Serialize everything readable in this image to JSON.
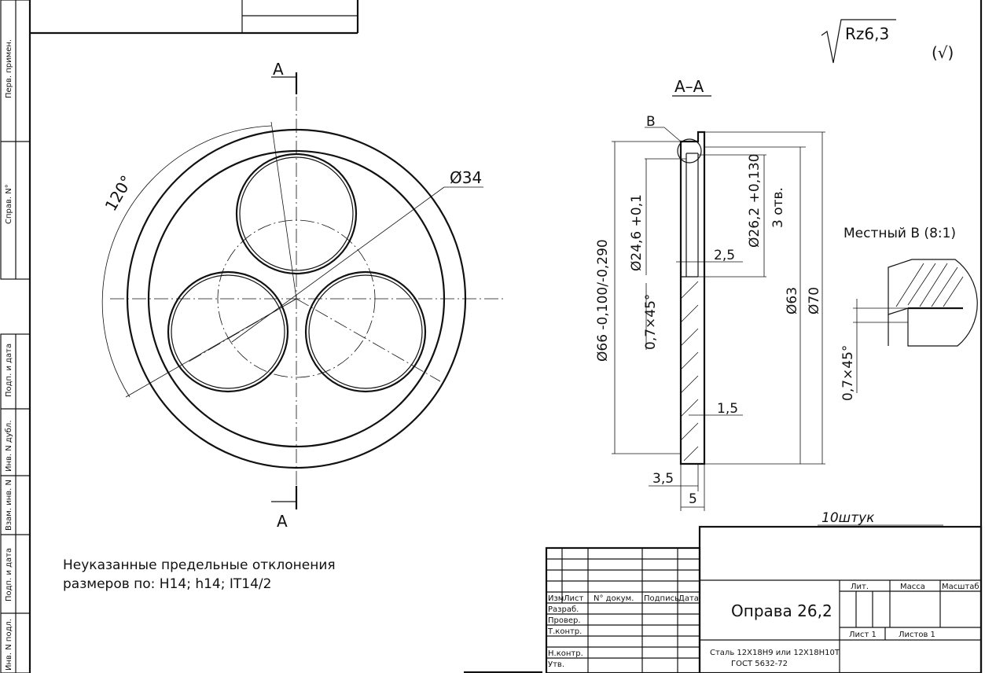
{
  "side_strip": [
    "Перв. примен.",
    "Справ. N°",
    "Подп. и дата",
    "Инв. N дубл.",
    "Взам. инв. N",
    "Подп. и дата",
    "Инв. N подл."
  ],
  "roughness": {
    "main": "Rz6,3",
    "other": "(√)"
  },
  "front_view": {
    "section_mark": "A",
    "angle": "120°",
    "diameter": "Ø34"
  },
  "section": {
    "title": "А–А",
    "detail_mark": "В",
    "dims": [
      "Ø66 -0,100/-0,290",
      "Ø24,6 +0,1",
      "Ø26,2 +0,130",
      "3 отв.",
      "2,5",
      "Ø63",
      "Ø70",
      "0,7×45°",
      "1,5",
      "3,5",
      "5"
    ]
  },
  "detail": {
    "title": "Местный В (8:1)",
    "chamfer": "0,7×45°"
  },
  "note": {
    "line1": "Неуказанные предельные отклонения",
    "line2": "размеров по: H14; h14; IT14/2"
  },
  "quantity": "10штук",
  "title_block": {
    "headers": [
      "Изм",
      "Лист",
      "N° докум.",
      "Подпись",
      "Дата"
    ],
    "roles": [
      "Разраб.",
      "Провер.",
      "Т.контр.",
      "",
      "Н.контр.",
      "Утв."
    ],
    "name": "Оправа 26,2",
    "material_1": "Сталь 12Х18Н9 или 12Х18Н10Т",
    "material_2": "ГОСТ 5632-72",
    "lit": "Лит.",
    "mass": "Масса",
    "scale": "Масштаб",
    "sheet": "Лист 1",
    "sheets": "Листов 1"
  }
}
